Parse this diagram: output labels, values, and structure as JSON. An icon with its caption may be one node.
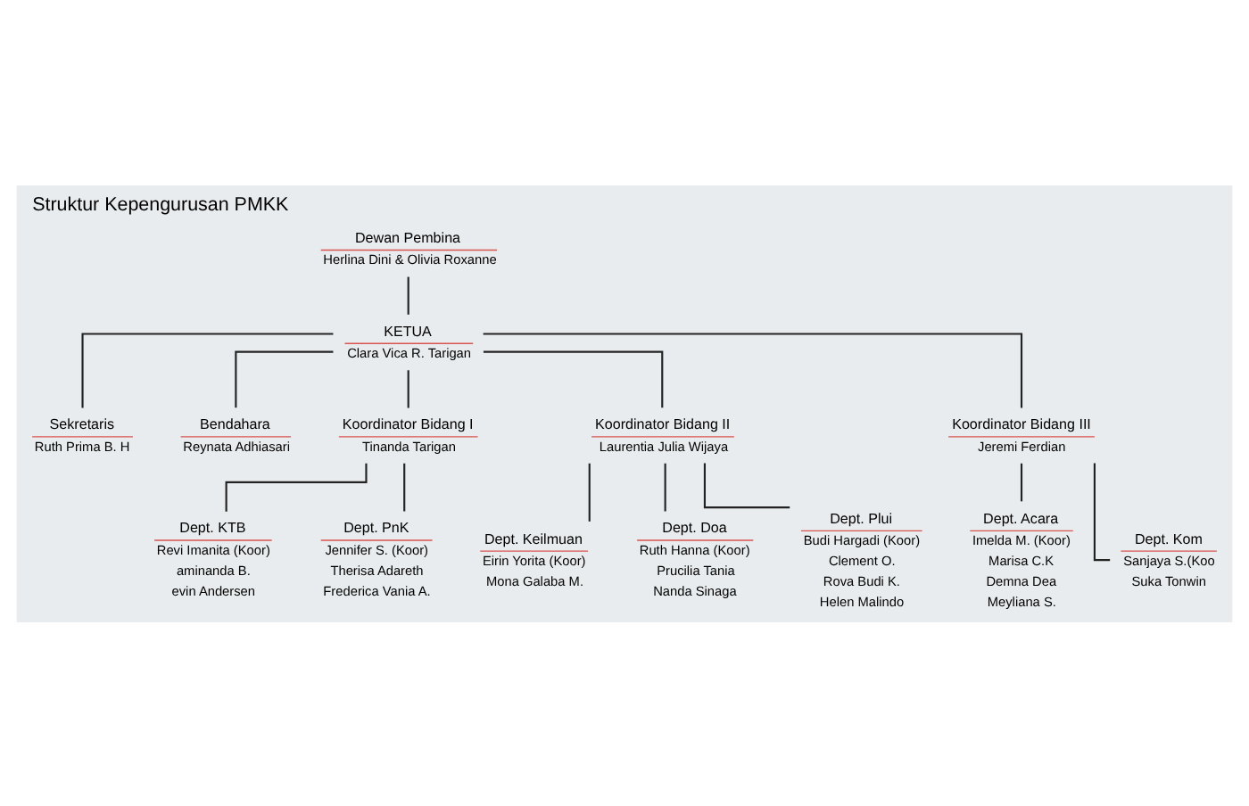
{
  "diagram": {
    "title": "Struktur Kepengurusan PMKK",
    "nodes": [
      {
        "text": [
          "Dewan Pembina",
          "Herlina Dini & Olivia Roxanne"
        ]
      },
      {
        "text": [
          "KETUA",
          "Clara Vica R. Tarigan"
        ]
      },
      {
        "text": [
          "Sekretaris",
          "Ruth Prima B. H"
        ]
      },
      {
        "text": [
          "Bendahara",
          "Reynata Adhiasari"
        ]
      },
      {
        "text": [
          "Koordinator Bidang I",
          "Tinanda Tarigan"
        ]
      },
      {
        "text": [
          "Koordinator Bidang II",
          "Laurentia Julia Wijaya"
        ]
      },
      {
        "text": [
          "Koordinator Bidang III",
          "Jeremi Ferdian"
        ]
      },
      {
        "text": [
          "Dept. KTB",
          "Revi Imanita (Koor)",
          "aminanda B.",
          "evin Andersen"
        ]
      },
      {
        "text": [
          "Dept. PnK",
          "Jennifer S. (Koor)",
          "Therisa Adareth",
          "Frederica Vania A."
        ]
      },
      {
        "text": [
          "Dept. Keilmuan",
          "Eirin Yorita (Koor)",
          "Mona Galaba M."
        ]
      },
      {
        "text": [
          "Dept. Doa",
          "Ruth Hanna (Koor)",
          "Prucilia Tania",
          "Nanda Sinaga"
        ]
      },
      {
        "text": [
          "Dept. Plui",
          "Budi Hargadi (Koor)",
          "Clement O.",
          "Rova Budi K.",
          "Helen Malindo"
        ]
      },
      {
        "text": [
          "Dept. Acara",
          "Imelda M. (Koor)",
          "Marisa C.K",
          "Demna Dea",
          "Meyliana S."
        ]
      },
      {
        "text": [
          "Dept. Kom",
          "Sanjaya S.(Koo",
          "Suka Tonwin"
        ]
      }
    ],
    "edges": [
      {
        "from": 0,
        "to": 1,
        "arrow": "none"
      },
      {
        "from": 1,
        "to": 2,
        "arrow": "none"
      },
      {
        "from": 1,
        "to": 3,
        "arrow": "none"
      },
      {
        "from": 1,
        "to": 4,
        "arrow": "none"
      },
      {
        "from": 1,
        "to": 5,
        "arrow": "none"
      },
      {
        "from": 1,
        "to": 6,
        "arrow": "none"
      },
      {
        "from": 4,
        "to": 7,
        "arrow": "none"
      },
      {
        "from": 4,
        "to": 8,
        "arrow": "none"
      },
      {
        "from": 5,
        "to": 9,
        "arrow": "none"
      },
      {
        "from": 5,
        "to": 10,
        "arrow": "none"
      },
      {
        "from": 5,
        "to": 11,
        "arrow": "none"
      },
      {
        "from": 6,
        "to": 12,
        "arrow": "none"
      },
      {
        "from": 6,
        "to": 13,
        "arrow": "none"
      }
    ]
  }
}
